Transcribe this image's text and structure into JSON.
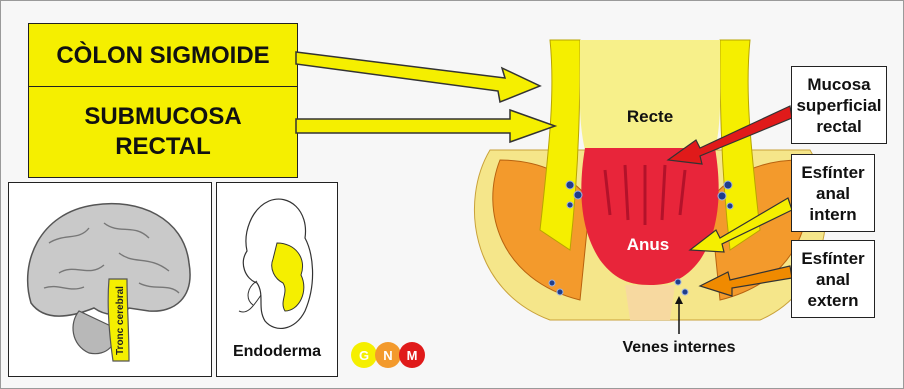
{
  "title_boxes": {
    "colon": "CÒLON SIGMOIDE",
    "submucosa_line1": "SUBMUCOSA",
    "submucosa_line2": "RECTAL"
  },
  "anatomy": {
    "recte": "Recte",
    "anus": "Anus",
    "venes": "Venes internes"
  },
  "labels": {
    "mucosa": [
      "Mucosa",
      "superficial",
      "rectal"
    ],
    "esf_intern": [
      "Esfínter",
      "anal",
      "intern"
    ],
    "esf_extern": [
      "Esfínter",
      "anal",
      "extern"
    ]
  },
  "brain_panel": {
    "tronc": "Tronc cerebral"
  },
  "embryo_panel": {
    "endoderma": "Endoderma"
  },
  "logo": {
    "letters": [
      "G",
      "N",
      "M"
    ]
  },
  "colors": {
    "yellow": "#f5ef00",
    "red_arrow": "#e01a1a",
    "orange_arrow": "#f08a00",
    "muscle_orange": "#f39a2c",
    "mucosa_red": "#e8253a"
  }
}
